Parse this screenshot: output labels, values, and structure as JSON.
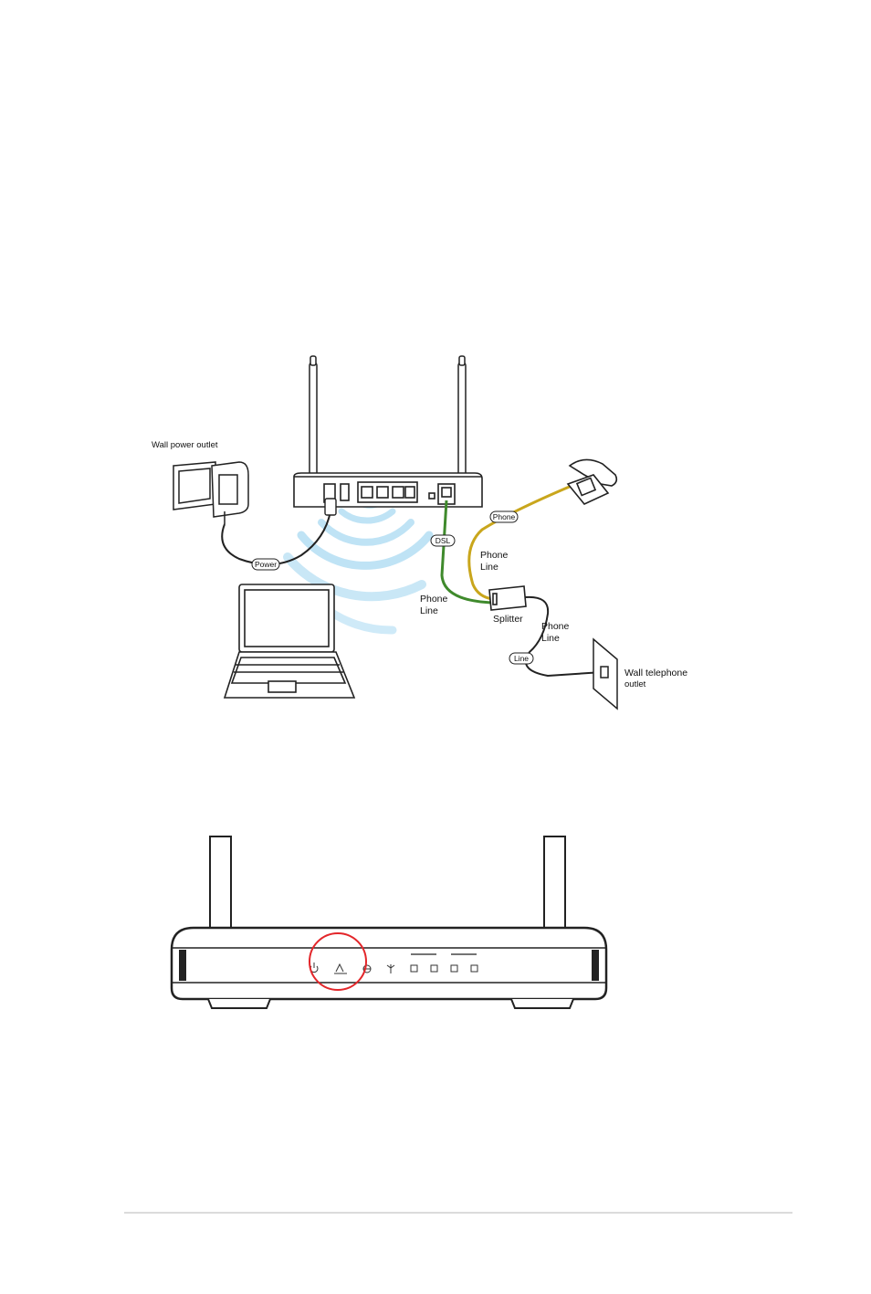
{
  "colors": {
    "dsl_cable": "#3f8a2c",
    "phone_cable": "#c9a61c",
    "wifi_waves": "#bfe3f5",
    "highlight_circle": "#e3262a",
    "footer_rule": "#cfcfcf"
  },
  "setup_diagram": {
    "wall_power_label": "Wall power outlet",
    "power_tag": "Power",
    "dsl_tag": "DSL",
    "phone_tag": "Phone",
    "line_tag": "Line",
    "phone_line_label_1a": "Phone",
    "phone_line_label_1b": "Line",
    "phone_line_label_2a": "Phone",
    "phone_line_label_2b": "Line",
    "phone_line_label_3a": "Phone",
    "phone_line_label_3b": "Line",
    "splitter_label": "Splitter",
    "wall_telephone_label_a": "Wall telephone",
    "wall_telephone_label_b": "outlet"
  },
  "router_front": {
    "indicators": [
      "power-icon",
      "adsl-icon",
      "internet-icon",
      "wlan-icon",
      "lan1-icon",
      "lan2-icon",
      "lan3-icon",
      "lan4-icon"
    ]
  }
}
